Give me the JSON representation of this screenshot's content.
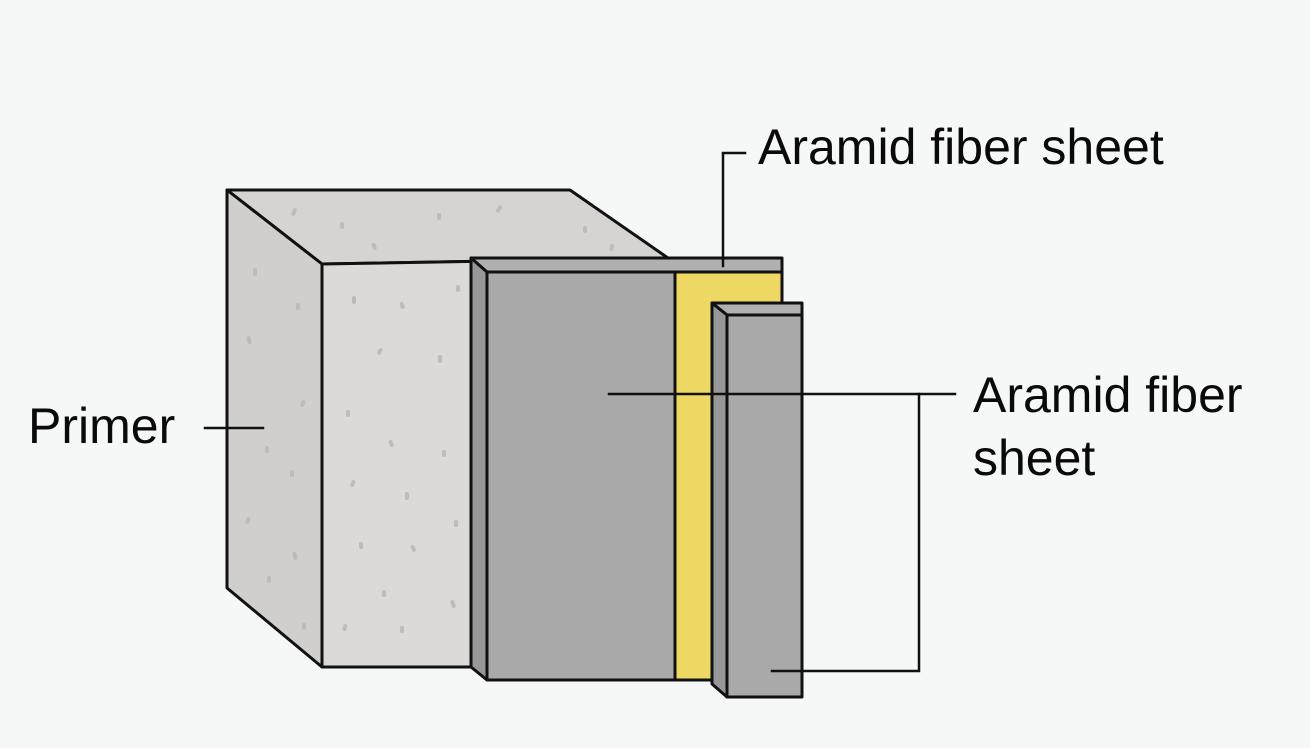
{
  "labels": {
    "primer": "Primer",
    "top_sheet": "Aramid fiber sheet",
    "right_sheet": "Aramid fiber\nsheet"
  },
  "colors": {
    "background": "#f6f7f7",
    "concrete_front": "#dcdad7",
    "concrete_top": "#d6d4d1",
    "concrete_side": "#d1cfcb",
    "speckle": "#bebcb8",
    "sheet_gray": "#a9a9a9",
    "sheet_gray_side": "#979797",
    "resin_yellow": "#ecd863",
    "outline": "#111111"
  }
}
